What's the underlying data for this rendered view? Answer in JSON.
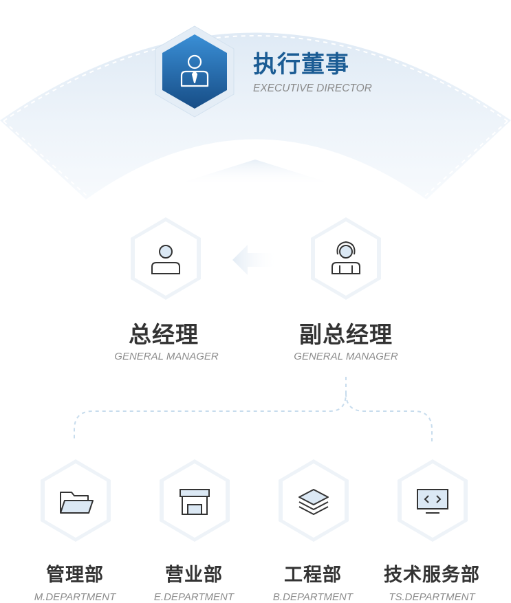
{
  "executive": {
    "title": "执行董事",
    "subtitle": "EXECUTIVE DIRECTOR",
    "icon": "business-person-icon"
  },
  "managers": [
    {
      "title": "总经理",
      "subtitle": "GENERAL MANAGER",
      "icon": "user-icon"
    },
    {
      "title": "副总经理",
      "subtitle": "GENERAL MANAGER",
      "icon": "headset-person-icon"
    }
  ],
  "departments": [
    {
      "title": "管理部",
      "subtitle": "M.DEPARTMENT",
      "icon": "folder-icon"
    },
    {
      "title": "营业部",
      "subtitle": "E.DEPARTMENT",
      "icon": "storefront-icon"
    },
    {
      "title": "工程部",
      "subtitle": "B.DEPARTMENT",
      "icon": "layers-icon"
    },
    {
      "title": "技术服务部",
      "subtitle": "TS.DEPARTMENT",
      "icon": "code-monitor-icon"
    }
  ],
  "colors": {
    "primary": "#1b5c94",
    "hex_gradient_top": "#3a8fd6",
    "hex_gradient_bottom": "#174d86",
    "arc_fill": "#e9f1f9",
    "dashed_line": "#c7dced",
    "text_dark": "#333333",
    "text_muted": "#8c8c8c"
  }
}
